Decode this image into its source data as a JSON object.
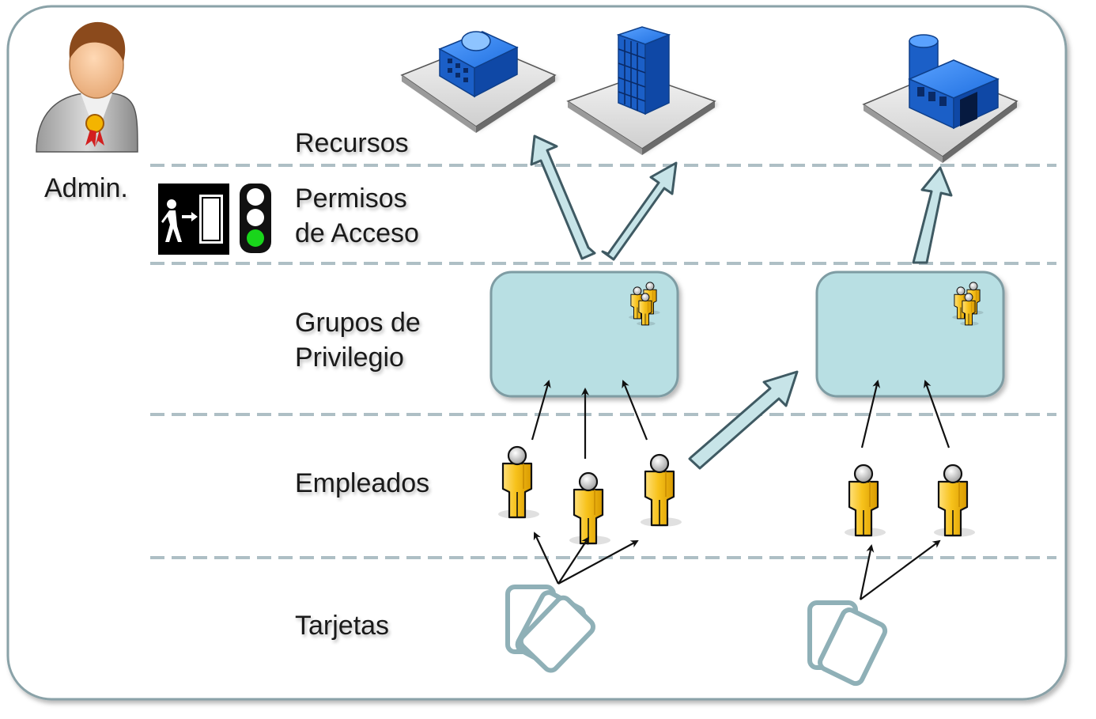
{
  "admin": {
    "label": "Admin."
  },
  "layers": {
    "recursos": "Recursos",
    "permisos_line1": "Permisos",
    "permisos_line2": "de Acceso",
    "grupos_line1": "Grupos de",
    "grupos_line2": "Privilegio",
    "empleados": "Empleados",
    "tarjetas": "Tarjetas"
  },
  "colors": {
    "frame": "#8aa2a8",
    "dash_line": "#aebfc5",
    "group_fill": "#b8dfe3",
    "group_stroke": "#7e9ca3",
    "wide_arrow_fill": "#c7e4e8",
    "wide_arrow_stroke": "#3f5a63",
    "building_blue": "#1f6fe0",
    "person_yellow": "#f7c21b",
    "traffic_green": "#19d51b"
  },
  "icons": {
    "admin": "admin-user-icon",
    "door": "door-entry-icon",
    "traffic_light": "traffic-light-icon",
    "building_dome": "building-dome-icon",
    "building_tower": "building-tower-icon",
    "building_factory": "building-factory-icon",
    "group": "user-group-icon",
    "employee": "employee-icon",
    "card": "access-card-icon"
  }
}
